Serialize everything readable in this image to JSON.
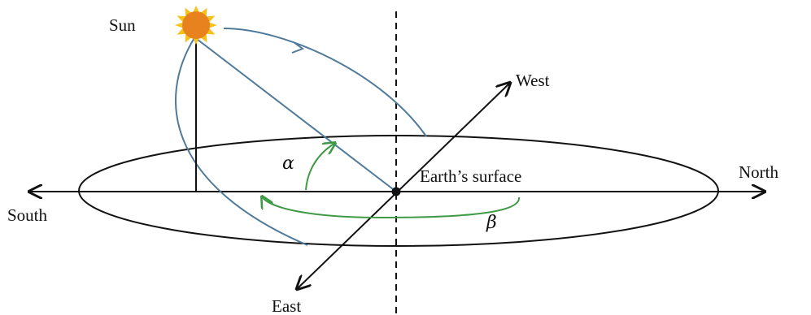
{
  "labels": {
    "sun": "Sun",
    "west": "West",
    "north": "North",
    "south": "South",
    "east": "East",
    "surface": "Earth’s surface",
    "alpha": "α",
    "beta": "β"
  },
  "colors": {
    "sun_core": "#e8821e",
    "sun_rays": "#f5c21a",
    "sun_paths": "#4f7a99",
    "angles": "#3f9a45",
    "lines": "#111111"
  }
}
